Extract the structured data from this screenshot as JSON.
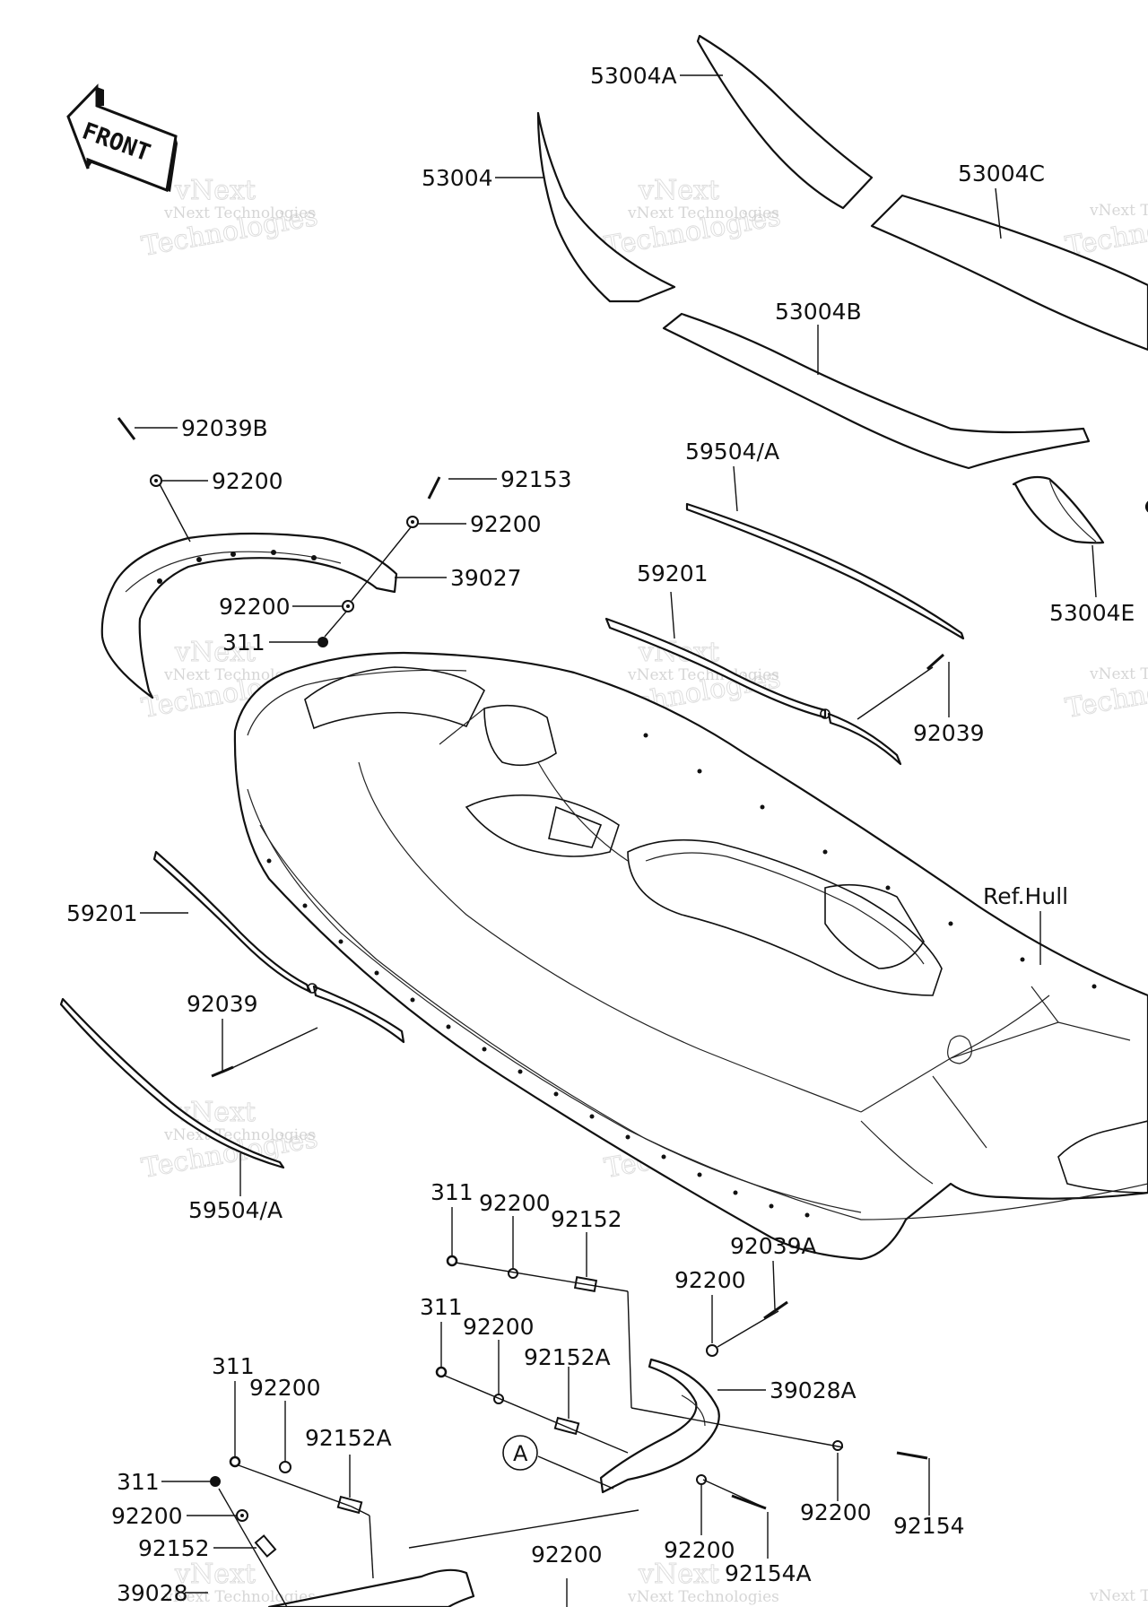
{
  "front_label": "FRONT",
  "reference_label": "A",
  "watermark": {
    "line1": "vNext Technologies",
    "line2": "vNext",
    "line3": "Technologies"
  },
  "labels": {
    "p53004A": "53004A",
    "p53004": "53004",
    "p53004C": "53004C",
    "p53004B": "53004B",
    "p53004E": "53004E",
    "p92039B": "92039B",
    "p92200_a": "92200",
    "p92153": "92153",
    "p92200_b": "92200",
    "p39027": "39027",
    "p92200_c": "92200",
    "p311_a": "311",
    "p59504A_top": "59504/A",
    "p59201_top": "59201",
    "p92039_top": "92039",
    "p59201_left": "59201",
    "p92039_left": "92039",
    "p59504A_left": "59504/A",
    "refhull": "Ref.Hull",
    "p311_b": "311",
    "p92200_d": "92200",
    "p92152_a": "92152",
    "p92039A": "92039A",
    "p92200_e": "92200",
    "p311_c": "311",
    "p92200_f": "92200",
    "p92152A_a": "92152A",
    "p39028A": "39028A",
    "p311_d": "311",
    "p92200_g": "92200",
    "p92152A_b": "92152A",
    "p311_e": "311",
    "p92200_h": "92200",
    "p92152_b": "92152",
    "p39028": "39028",
    "p92200_i": "92200",
    "p92200_j": "92200",
    "p92154A": "92154A",
    "p92200_k": "92200",
    "p92154": "92154"
  }
}
